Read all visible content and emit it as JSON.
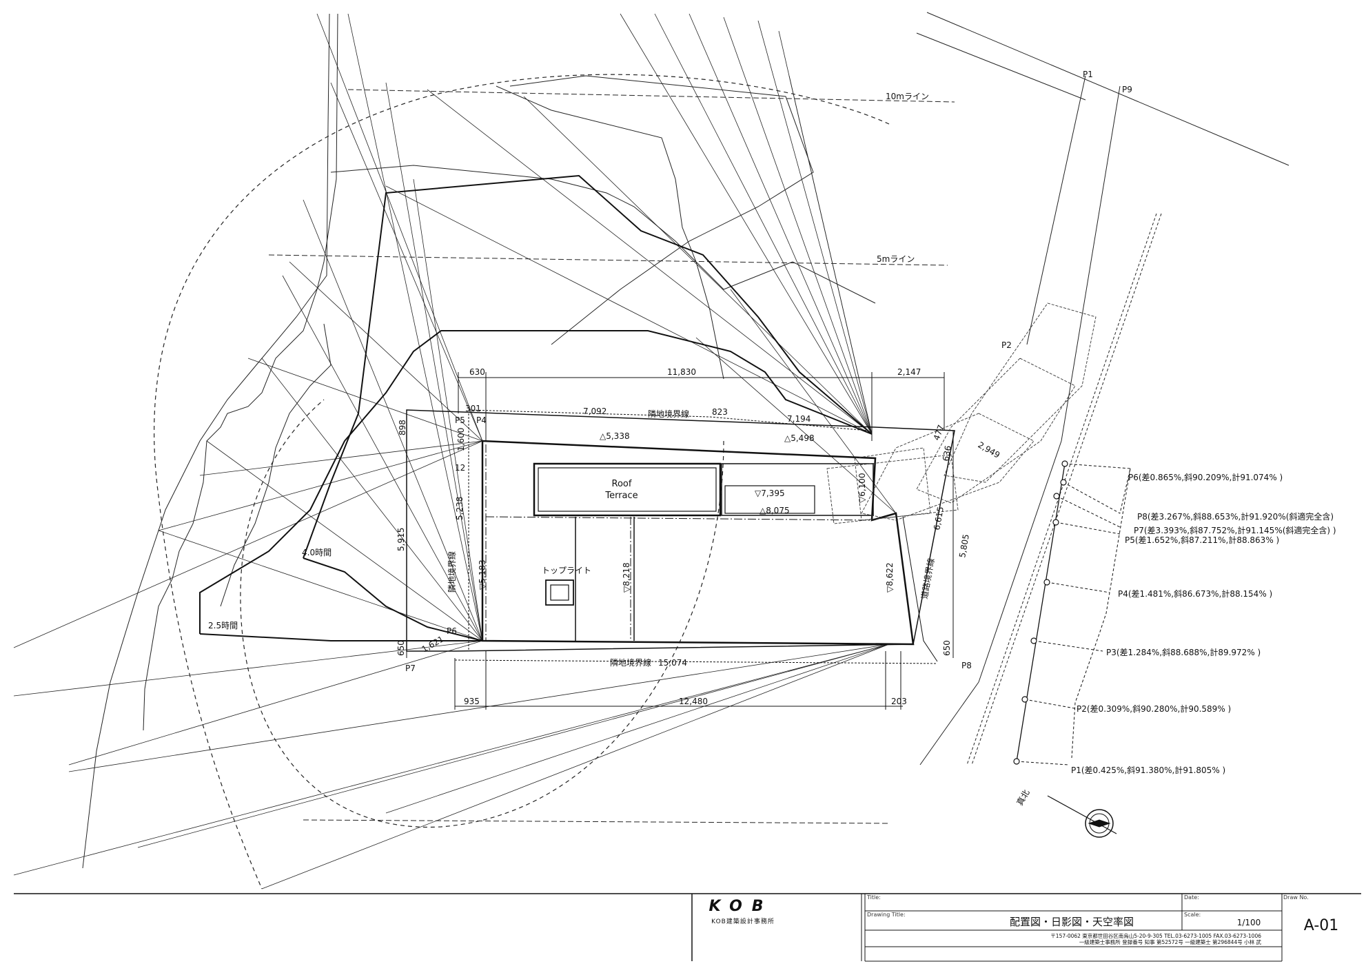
{
  "site_plan": {
    "line_10m": "10mライン",
    "line_5m": "5mライン",
    "contour_4h": "4.0時間",
    "contour_2_5h": "2.5時間",
    "roof_terrace_line1": "Roof",
    "roof_terrace_line2": "Terrace",
    "toplight": "トップライト",
    "boundary_neighbor_top": "隣地境界線",
    "boundary_neighbor_left": "隣地境界線",
    "boundary_neighbor_bottom": "隣地境界線",
    "boundary_road": "道路境界線",
    "true_north": "真北"
  },
  "dimensions": {
    "d630": "630",
    "d11830": "11,830",
    "d2147": "2,147",
    "d301": "301",
    "d7092": "7,092",
    "d823": "823",
    "d7194": "7,194",
    "d898": "898",
    "d1600": "1,600",
    "d5338": "△5,338",
    "d5498": "△5,498",
    "d12": "12",
    "d5238": "5,238",
    "d5915": "5,915",
    "d5183": "▽5,183",
    "d8218": "▽8,218",
    "d7395": "▽7,395",
    "d8075": "△8,075",
    "d6100": "▽6,100",
    "d8622": "▽8,622",
    "d477": "477",
    "d636": "636",
    "d2949": "2,949",
    "d6615": "6,615",
    "d5805": "5,805",
    "d650_left": "650",
    "d1621": "1,621",
    "d15074": "15,074",
    "d650_right": "650",
    "d935": "935",
    "d12480": "12,480",
    "d203": "203"
  },
  "points": {
    "p1_top": "P1",
    "p9_top": "P9",
    "p2_top": "P2",
    "p5_left": "P5",
    "p4_left": "P4",
    "p6_left": "P6",
    "p7_left": "P7",
    "p8_right": "P8"
  },
  "sky_factor": [
    "P6(差0.865%,斜90.209%,計91.074% )",
    "P8(差3.267%,斜88.653%,計91.920%(斜適完全含)",
    "P7(差3.393%,斜87.752%,計91.145%(斜適完全含) )",
    "P5(差1.652%,斜87.211%,計88.863% )",
    "P4(差1.481%,斜86.673%,計88.154% )",
    "P3(差1.284%,斜88.688%,計89.972% )",
    "P2(差0.309%,斜90.280%,計90.589% )",
    "P1(差0.425%,斜91.380%,計91.805% )"
  ],
  "title_block": {
    "logo": "KOB",
    "office_name": "KOB建築設計事務所",
    "title_label": "Title:",
    "drawing_title_label": "Drawing Title:",
    "drawing_title": "配置図・日影図・天空率図",
    "date_label": "Date:",
    "scale_label": "Scale:",
    "scale": "1/100",
    "draw_no_label": "Draw No.",
    "draw_no": "A-01",
    "address_line": "〒157-0062 東京都世田谷区南烏山5-20-9-305 TEL.03-6273-1005 FAX.03-6273-1006",
    "registration_line": "一級建築士事務所 登録番号 知事 第52572号 一級建築士 第296844号 小林 武"
  }
}
